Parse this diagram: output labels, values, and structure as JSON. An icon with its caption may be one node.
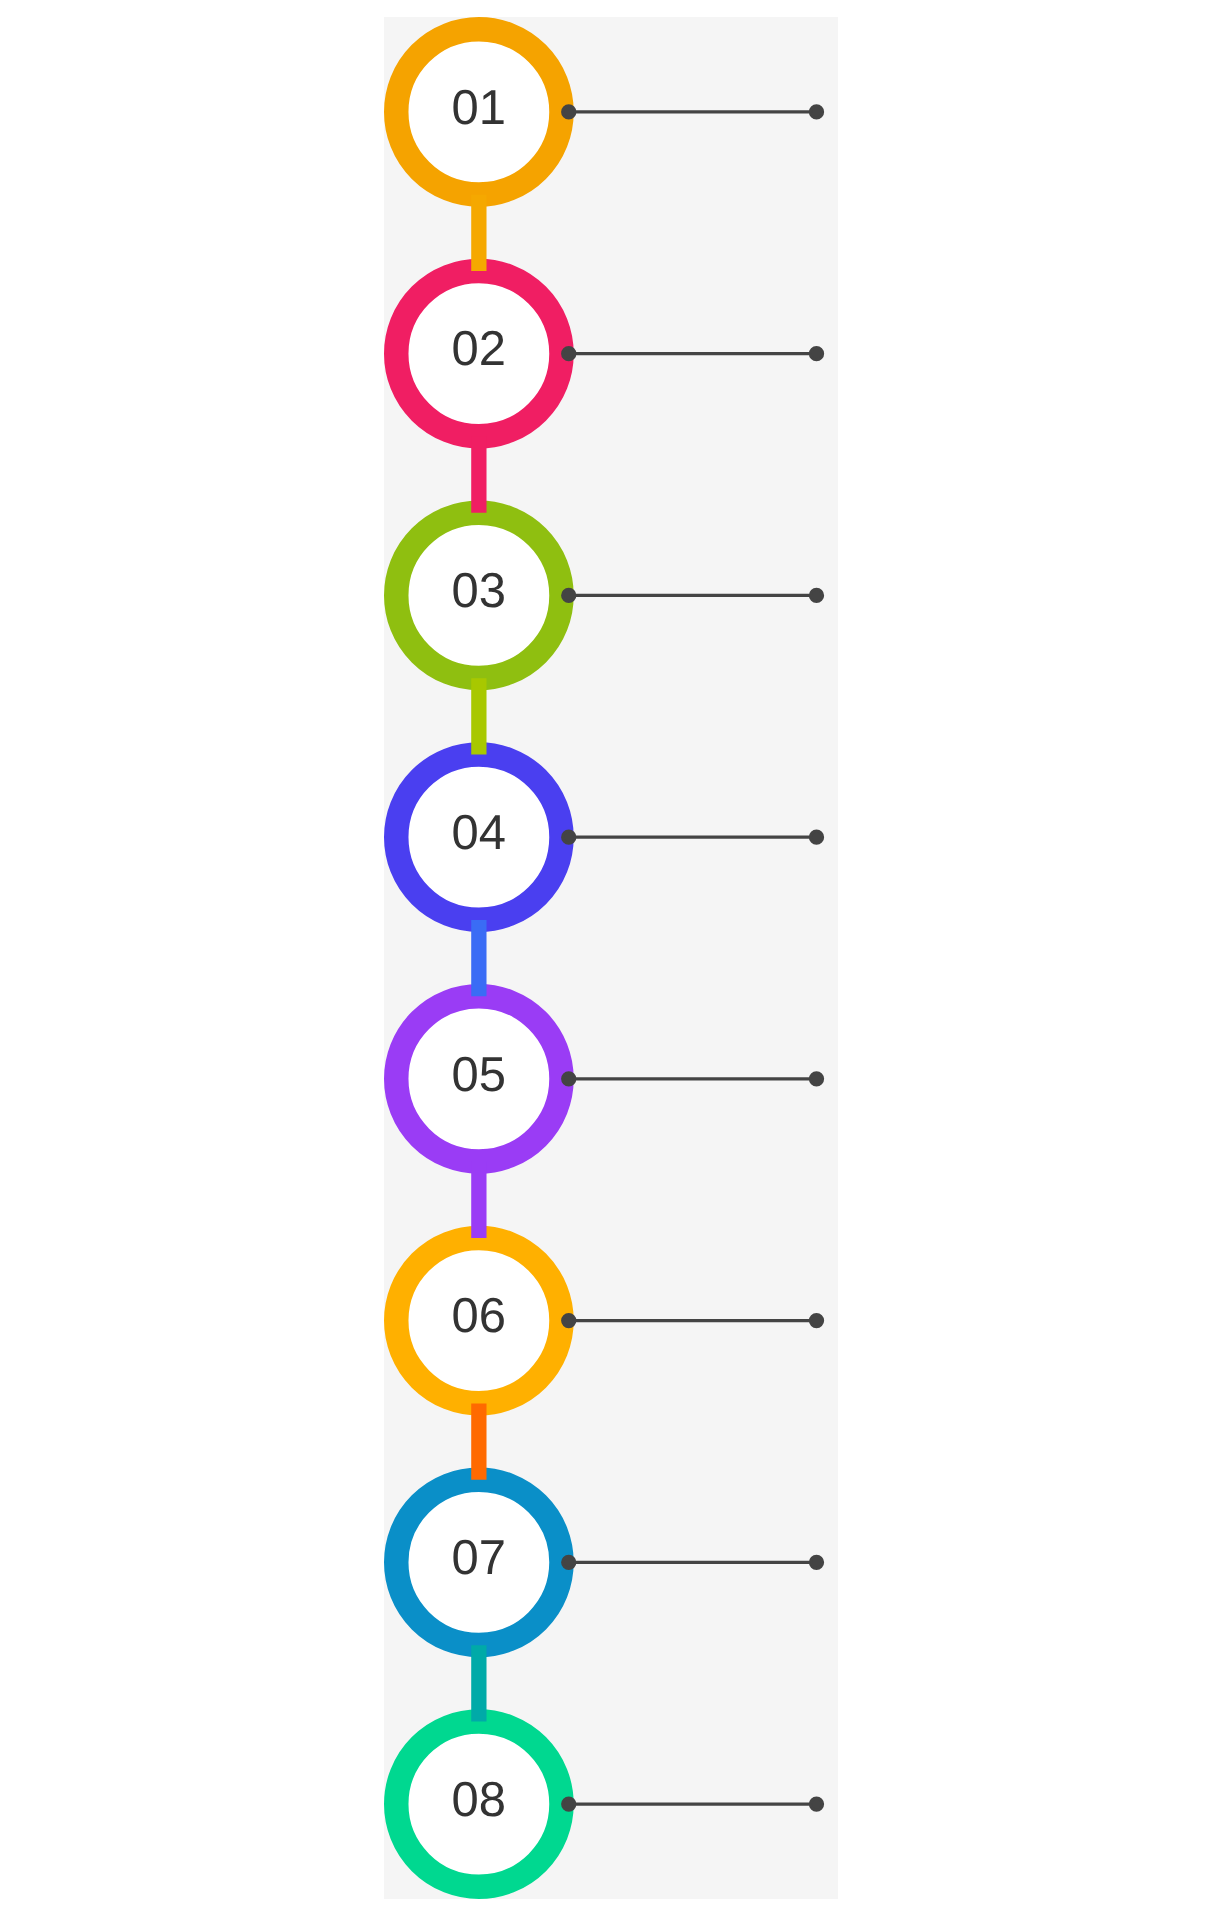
{
  "diagram": {
    "nodes": [
      {
        "text": [
          "01"
        ]
      },
      {
        "text": [
          "02"
        ]
      },
      {
        "text": [
          "03"
        ]
      },
      {
        "text": [
          "04"
        ]
      },
      {
        "text": [
          "05"
        ]
      },
      {
        "text": [
          "06"
        ]
      },
      {
        "text": [
          "07"
        ]
      },
      {
        "text": [
          "08"
        ]
      }
    ],
    "edges": [
      {
        "from": 0,
        "to": 1,
        "arrow": "none",
        "style": "thick",
        "color": "#f5a800"
      },
      {
        "from": 1,
        "to": 2,
        "arrow": "none",
        "style": "thick",
        "color": "#f01e63"
      },
      {
        "from": 2,
        "to": 3,
        "arrow": "none",
        "style": "thick",
        "color": "#a8c800"
      },
      {
        "from": 3,
        "to": 4,
        "arrow": "none",
        "style": "thick",
        "color": "#3a6cf5"
      },
      {
        "from": 4,
        "to": 5,
        "arrow": "none",
        "style": "thick",
        "color": "#9a3cf5"
      },
      {
        "from": 5,
        "to": 6,
        "arrow": "none",
        "style": "thick",
        "color": "#ff6a00"
      },
      {
        "from": 6,
        "to": 7,
        "arrow": "none",
        "style": "thick",
        "color": "#00aaa8"
      },
      {
        "from": 0,
        "to": null,
        "arrow": "other"
      },
      {
        "from": 1,
        "to": null,
        "arrow": "other"
      },
      {
        "from": 2,
        "to": null,
        "arrow": "other"
      },
      {
        "from": 3,
        "to": null,
        "arrow": "other"
      },
      {
        "from": 4,
        "to": null,
        "arrow": "other"
      },
      {
        "from": 5,
        "to": null,
        "arrow": "other"
      },
      {
        "from": 6,
        "to": null,
        "arrow": "other"
      },
      {
        "from": 7,
        "to": null,
        "arrow": "other"
      }
    ]
  }
}
